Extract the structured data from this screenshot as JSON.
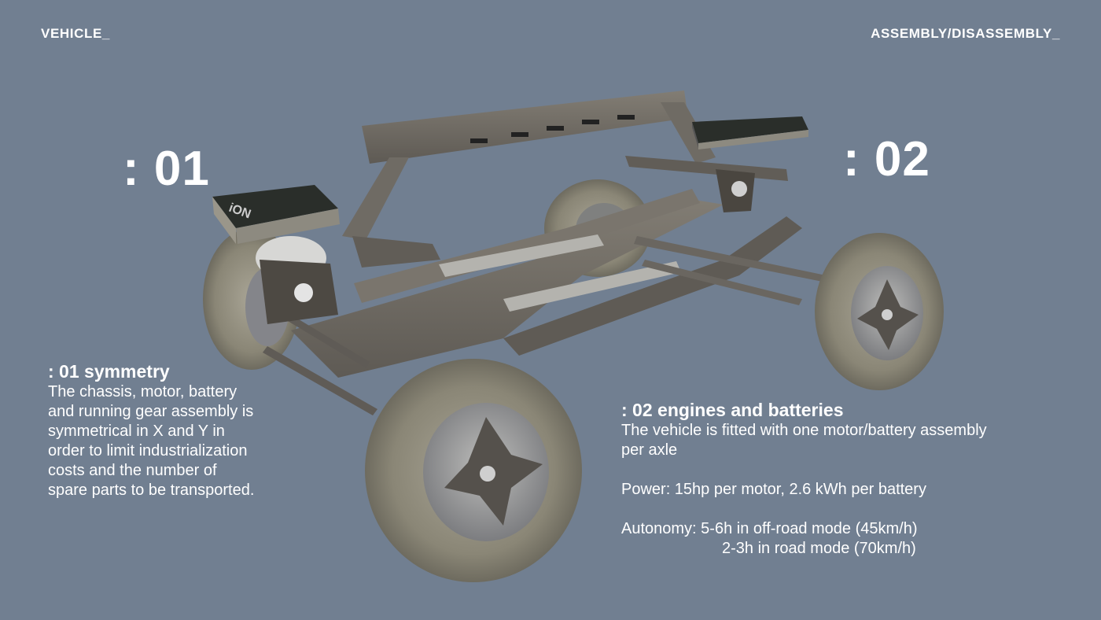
{
  "header": {
    "left_label": "VEHICLE_",
    "right_label": "ASSEMBLY/DISASSEMBLY_"
  },
  "markers": {
    "one": ": 01",
    "two": ": 02"
  },
  "section_01": {
    "title": ": 01 symmetry",
    "body": [
      "The chassis, motor, battery",
      "and running gear assembly is",
      "symmetrical in X and Y in",
      "order to limit industrialization",
      "costs and the number of",
      "spare parts to be transported."
    ]
  },
  "section_02": {
    "title": ": 02 engines and batteries",
    "intro": [
      "The vehicle is fitted with one motor/battery assembly",
      "per axle"
    ],
    "power": "Power: 15hp per motor, 2.6 kWh per battery",
    "autonomy_line1": "Autonomy: 5-6h in off-road mode (45km/h)",
    "autonomy_line2": "2-3h in road mode (70km/h)"
  },
  "render": {
    "battery_label": "iON",
    "colors": {
      "background": "#717f91",
      "chassis": "#6d6963",
      "tyre": "#8b8778",
      "rim": "#9a9a98",
      "battery": "#2a2e2a"
    }
  }
}
